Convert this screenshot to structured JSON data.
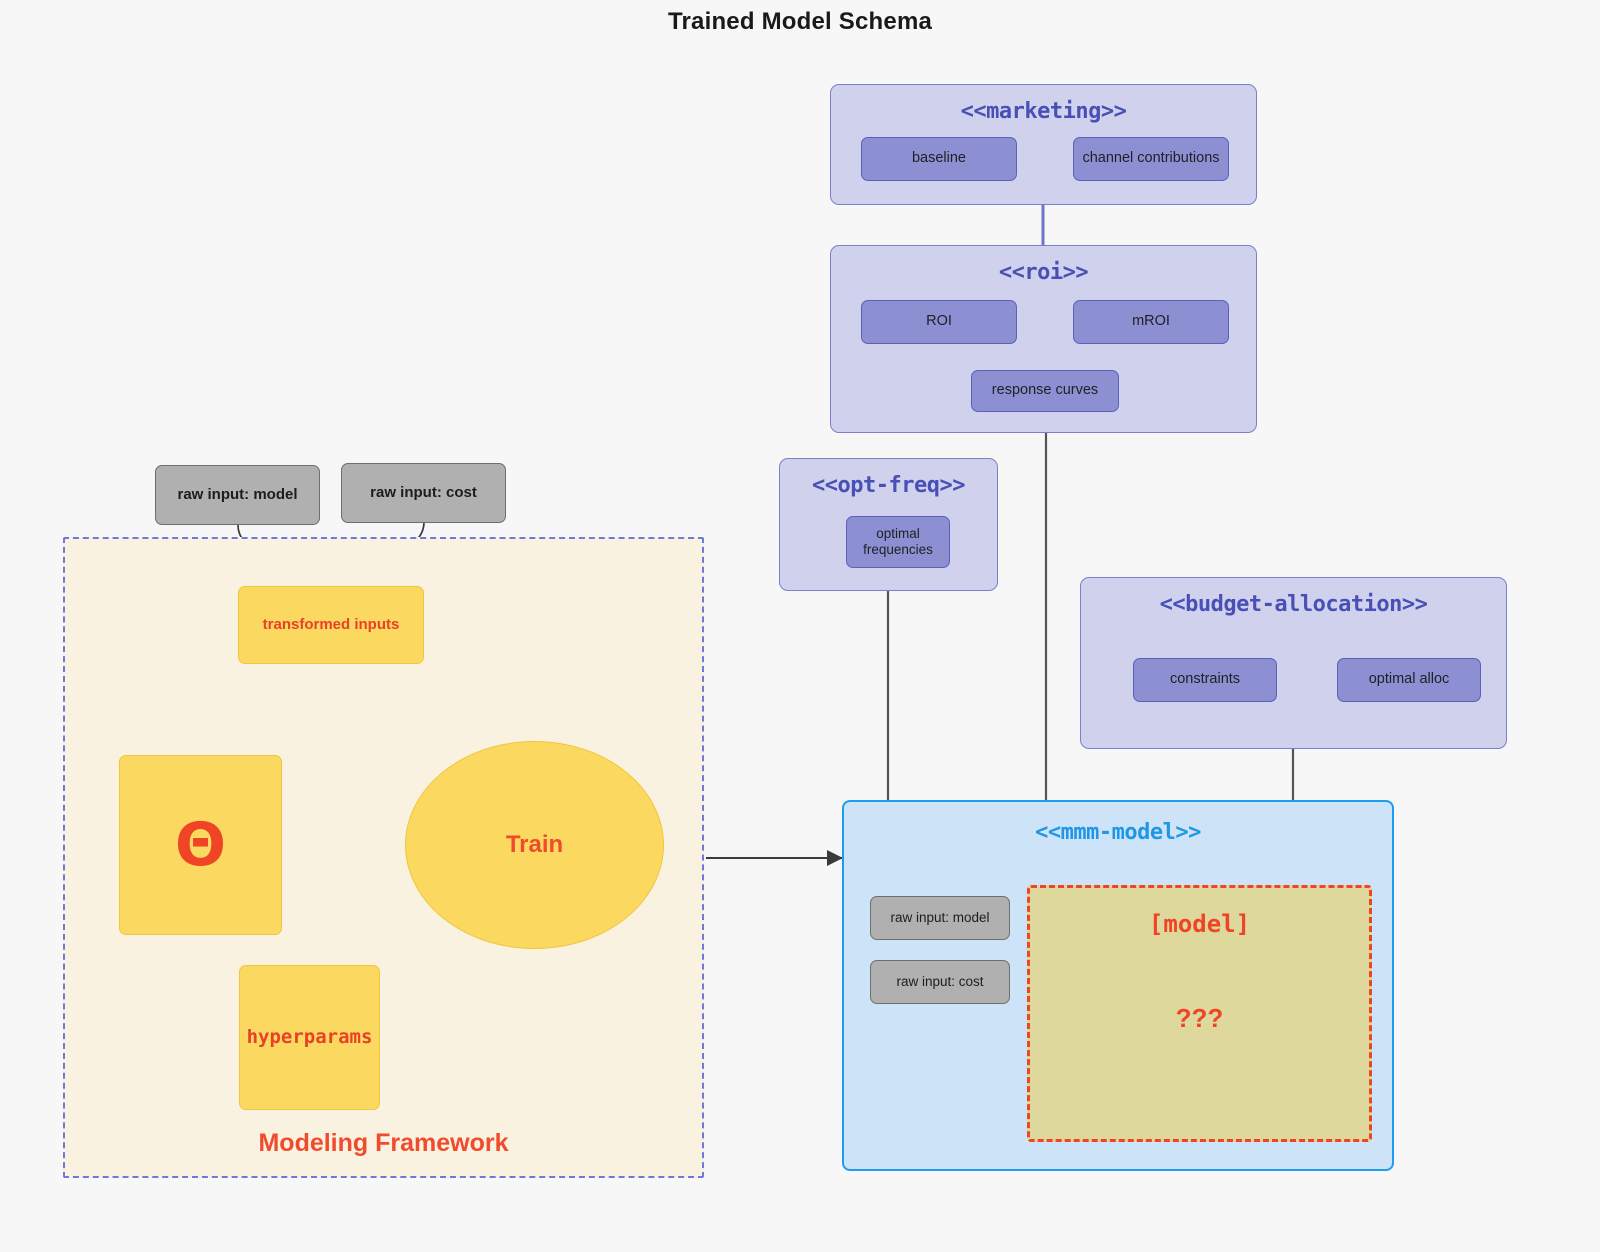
{
  "title": "Trained Model Schema",
  "packages": {
    "marketing": {
      "title": "<<marketing>>",
      "nodes": [
        {
          "label": "baseline"
        },
        {
          "label": "channel contributions"
        }
      ]
    },
    "roi": {
      "title": "<<roi>>",
      "nodes": [
        {
          "label": "ROI"
        },
        {
          "label": "mROI"
        },
        {
          "label": "response curves"
        }
      ]
    },
    "opt_freq": {
      "title": "<<opt-freq>>",
      "nodes": [
        {
          "label": "optimal frequencies"
        }
      ]
    },
    "budget_allocation": {
      "title": "<<budget-allocation>>",
      "nodes": [
        {
          "label": "constraints"
        },
        {
          "label": "optimal alloc"
        }
      ]
    },
    "mmm_model": {
      "title": "<<mmm-model>>",
      "raw_inputs": [
        {
          "label": "raw input: model"
        },
        {
          "label": "raw input: cost"
        }
      ],
      "model_box": {
        "label": "[model]",
        "unknown": "???"
      }
    }
  },
  "framework": {
    "label": "Modeling Framework",
    "raw_inputs": [
      {
        "label": "raw input: model"
      },
      {
        "label": "raw input: cost"
      }
    ],
    "transformed_inputs": "transformed inputs",
    "theta": "Θ",
    "hyperparams": "hyperparams",
    "train": "Train"
  },
  "colors": {
    "page_background": "#f7f7f7",
    "package_fill": "#d0d2ed",
    "package_border": "#7b80c8",
    "package_title": "#4850b6",
    "node_purple_fill": "#8c90d2",
    "node_purple_border": "#5b60b8",
    "node_gray_fill": "#b0b0b0",
    "node_gray_border": "#6e6e6e",
    "node_yellow_fill": "#fbd960",
    "node_yellow_border": "#f0c63c",
    "framework_fill": "#faf2e0",
    "framework_border": "#6f79d8",
    "accent_red": "#ef4425",
    "mmm_fill": "#cde4f8",
    "mmm_border": "#1e9cf0",
    "mmm_title": "#2196e8",
    "model_box_fill": "#ded89d",
    "connector_gray": "#555555",
    "connector_purple": "#6f75c6"
  }
}
